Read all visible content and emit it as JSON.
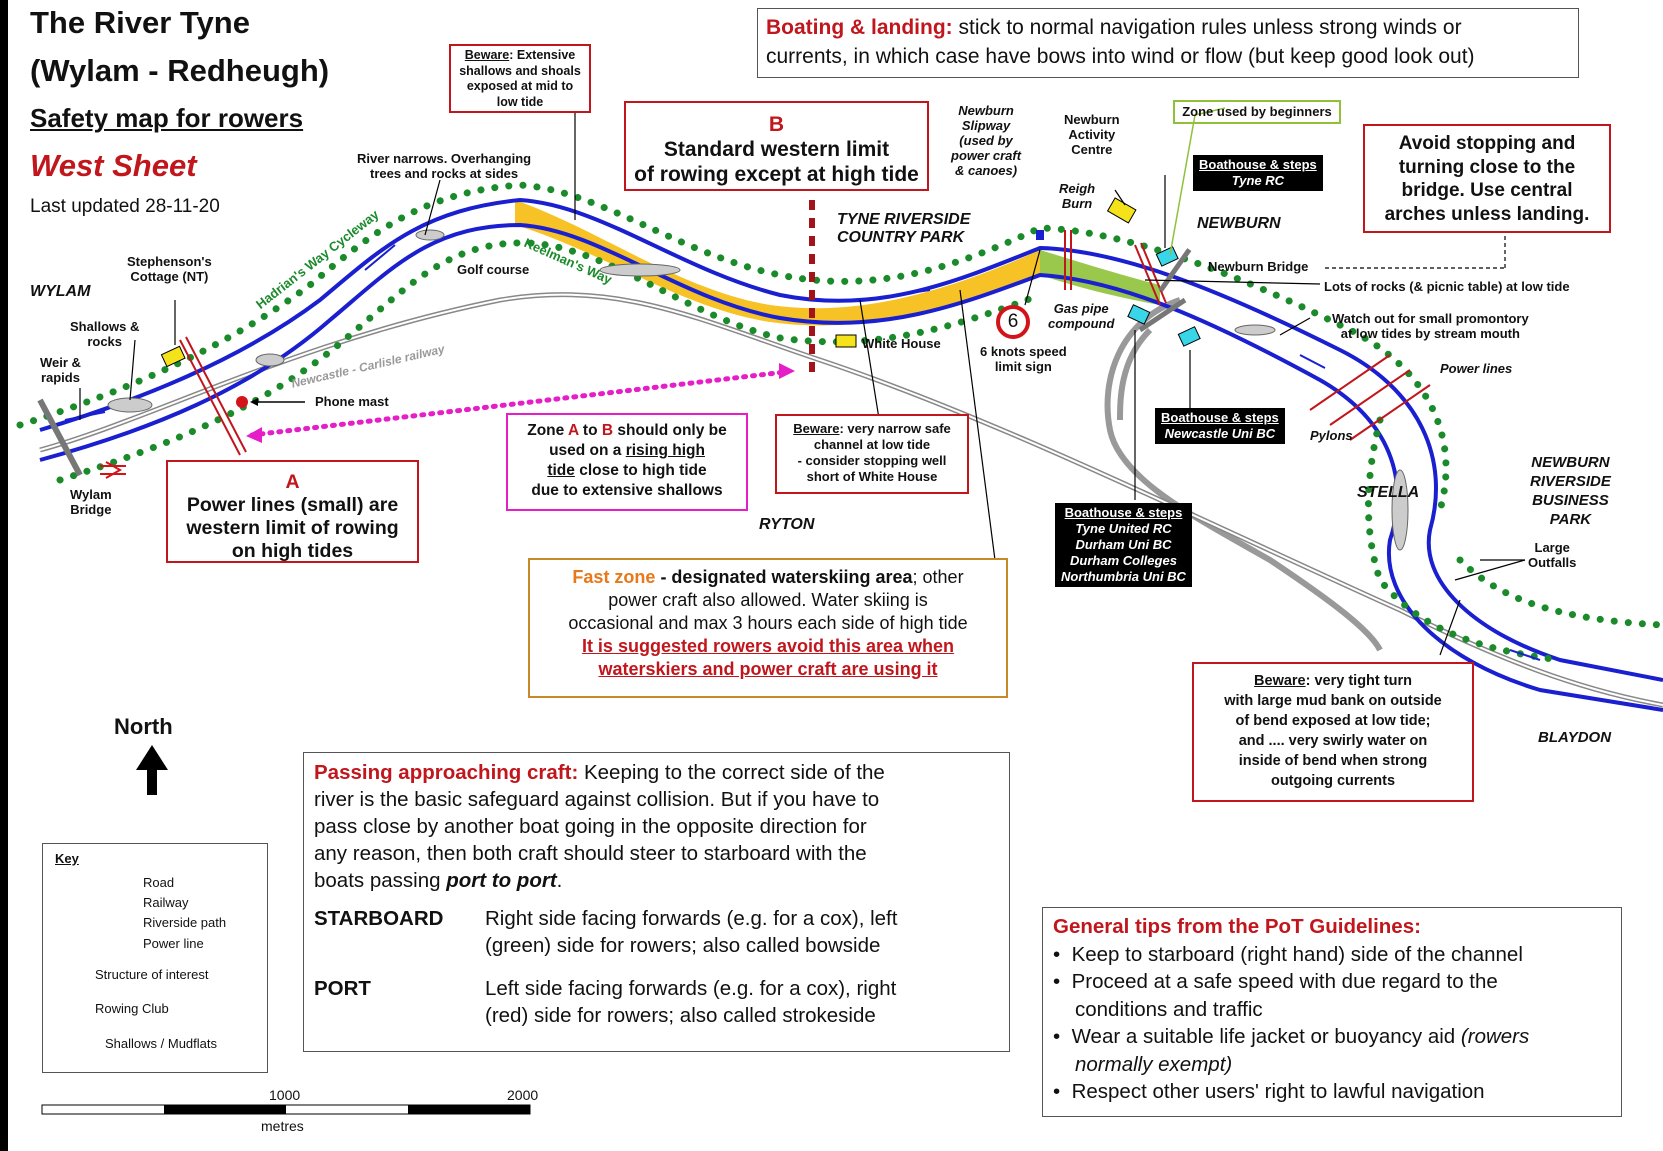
{
  "title": {
    "line1": "The River Tyne",
    "line2": "(Wylam - Redheugh)",
    "line3": "Safety map for rowers",
    "sheet": "West Sheet",
    "updated": "Last updated 28-11-20"
  },
  "boating_box": {
    "heading": "Boating & landing:",
    "text_a": " stick to normal navigation rules unless strong winds or",
    "text_b": "currents, in which case have bows into wind or flow (but keep good look out)"
  },
  "beware_shallows": {
    "heading": "Beware",
    "line1": ": Extensive",
    "line2": "shallows and shoals",
    "line3": "exposed at mid to",
    "line4": "low tide"
  },
  "box_b": {
    "letter": "B",
    "line1": "Standard western limit",
    "line2": "of rowing except at high tide"
  },
  "box_a": {
    "letter": "A",
    "line1": "Power lines (small) are",
    "line2": "western limit of rowing",
    "line3": "on high tides"
  },
  "zone_box": {
    "t1": "Zone ",
    "a": "A",
    "t2": " to ",
    "b": "B",
    "t3": " should only be",
    "t4": "used on a ",
    "u1": "rising high",
    "u2": "tide",
    "t5": " close to high tide",
    "t6": "due to extensive shallows"
  },
  "beware_narrow": {
    "heading": "Beware",
    "line1": ": very narrow safe",
    "line2": "channel at low tide",
    "line3": "- consider stopping well",
    "line4": "short of White House"
  },
  "fast_zone": {
    "h1": "Fast zone",
    "h2": " - designated waterskiing area",
    "t1": "; other",
    "t2": "power craft also allowed. Water skiing is",
    "t3": "occasional and max 3 hours each side of high tide",
    "w1": "It is suggested rowers avoid this area when",
    "w2": "waterskiers and power craft are using it"
  },
  "avoid_box": {
    "line1": "Avoid stopping and",
    "line2": "turning close to the",
    "line3": "bridge. Use central",
    "line4": "arches unless landing."
  },
  "beginners_box": {
    "text": "Zone used by beginners"
  },
  "beware_turn": {
    "heading": "Beware",
    "line1": ": very tight turn",
    "line2": "with large mud bank on outside",
    "line3": "of bend  exposed at low tide;",
    "line4": "and ....  very swirly water on",
    "line5": "inside of  bend when strong",
    "line6": "outgoing  currents"
  },
  "boathouses": {
    "tyne_rc": {
      "heading": "Boathouse & steps",
      "line1": "Tyne RC"
    },
    "newcastle": {
      "heading": "Boathouse & steps",
      "line1": "Newcastle Uni BC"
    },
    "multi": {
      "heading": "Boathouse & steps",
      "line1": "Tyne United RC",
      "line2": "Durham Uni BC",
      "line3": "Durham Colleges",
      "line4": "Northumbria Uni BC"
    }
  },
  "labels": {
    "wylam": "WYLAM",
    "stephensons": "Stephenson's",
    "cottage": "Cottage (NT)",
    "shallows1": "Shallows &",
    "shallows2": "rocks",
    "weir1": "Weir &",
    "weir2": "rapids",
    "wylam_bridge1": "Wylam",
    "wylam_bridge2": "Bridge",
    "phone_mast": "Phone mast",
    "narrows1": "River narrows. Overhanging",
    "narrows2": "trees and rocks at sides",
    "golf": "Golf course",
    "hadrian": "Hadrian's Way Cycleway",
    "keelman": "Keelman's Way",
    "railway": "Newcastle - Carlisle railway",
    "ryton": "RYTON",
    "white_house": "White House",
    "tyne_park1": "TYNE RIVERSIDE",
    "tyne_park2": "COUNTRY  PARK",
    "slipway1": "Newburn",
    "slipway2": "Slipway",
    "slipway3": "(used by",
    "slipway4": "power craft",
    "slipway5": "& canoes)",
    "activity1": "Newburn",
    "activity2": "Activity",
    "activity3": "Centre",
    "reigh1": "Reigh",
    "reigh2": "Burn",
    "newburn": "NEWBURN",
    "bridge": "Newburn Bridge",
    "rocks": "Lots of rocks (& picnic table) at low tide",
    "gas1": "Gas pipe",
    "gas2": "compound",
    "speed_num": "6",
    "speed1": "6 knots speed",
    "speed2": "limit sign",
    "promontory1": "Watch out for small promontory",
    "promontory2": "at low tides by stream mouth",
    "power_lines": "Power lines",
    "pylons": "Pylons",
    "stella": "STELLA",
    "business1": "NEWBURN",
    "business2": "RIVERSIDE",
    "business3": "BUSINESS",
    "business4": "PARK",
    "outfalls1": "Large",
    "outfalls2": "Outfalls",
    "blaydon": "BLAYDON",
    "north": "North"
  },
  "passing": {
    "heading": "Passing approaching craft:",
    "t1": "  Keeping to the correct side of the",
    "t2": "river is the basic safeguard against collision.  But if you have to",
    "t3": "pass close by another boat going in the opposite direction for",
    "t4": "any reason, then both craft should steer to starboard with the",
    "t5": "boats passing ",
    "t5b": "port to port",
    "t5c": ".",
    "starboard": "STARBOARD",
    "sb1": "Right side facing forwards (e.g. for a cox), left",
    "sb2": "(green) side for rowers; also called bowside",
    "port": "PORT",
    "pt1": "Left side facing forwards (e.g. for a cox), right",
    "pt2": "(red) side for rowers; also called strokeside"
  },
  "tips": {
    "heading": "General tips from the PoT Guidelines:",
    "items": [
      "Keep to starboard (right hand) side of the channel",
      "Proceed at a safe speed with due regard  to the",
      "conditions and traffic",
      "Wear a suitable life jacket or buoyancy aid ",
      "(rowers",
      "normally exempt)",
      "Respect other users' right to lawful navigation"
    ]
  },
  "key": {
    "title": "Key",
    "road": "Road",
    "railway": "Railway",
    "path": "Riverside path",
    "power": "Power line",
    "structure": "Structure of interest",
    "club": "Rowing Club",
    "shallows": "Shallows / Mudflats"
  },
  "scale": {
    "mark1": "1000",
    "mark2": "2000",
    "unit": "metres"
  },
  "colors": {
    "river": "#1a1fd0",
    "path": "#1a8a2a",
    "danger": "#c0161c",
    "fast": "#f5b700",
    "beginner": "#8fc23a",
    "club": "#38d6e8",
    "structure": "#f4e21a",
    "zone": "#e61ec8"
  }
}
